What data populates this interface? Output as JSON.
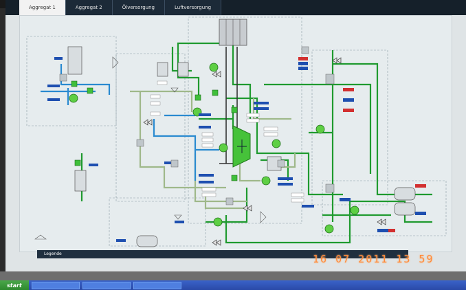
{
  "tabs": [
    {
      "label": "Aggregat 1"
    },
    {
      "label": "Aggregat 2"
    },
    {
      "label": "Ölversorgung"
    },
    {
      "label": "Luftversorgung"
    }
  ],
  "legend": {
    "label": "Legende"
  },
  "datestamp": "16 07 2011  13 59",
  "taskbar": {
    "start_label": "start"
  },
  "colors": {
    "pipe_green": "#1f9a2f",
    "pipe_blue": "#2a8ad0",
    "pipe_olive": "#9fb88a",
    "value_red": "#d23030",
    "value_blue": "#1e4fb0",
    "compressor": "#46c23a"
  }
}
